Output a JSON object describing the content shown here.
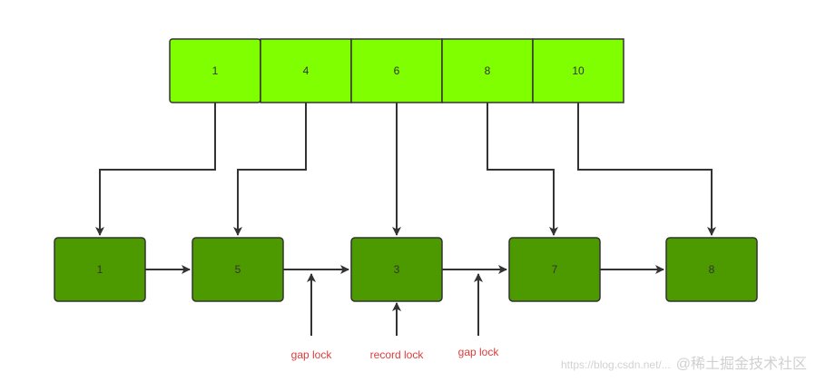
{
  "colors": {
    "index_fill": "#7fff00",
    "leaf_fill": "#4d9900",
    "border": "#333333",
    "arrow": "#333333",
    "lock_label": "#e03b3b"
  },
  "index_node": {
    "keys": [
      "1",
      "4",
      "6",
      "8",
      "10"
    ]
  },
  "leaf_nodes": [
    {
      "key": "1"
    },
    {
      "key": "5"
    },
    {
      "key": "3"
    },
    {
      "key": "7"
    },
    {
      "key": "8"
    }
  ],
  "locks": [
    {
      "label": "gap lock",
      "target": "gap between 5 and 3"
    },
    {
      "label": "record lock",
      "target": "record 3"
    },
    {
      "label": "gap lock",
      "target": "gap between 3 and 7"
    }
  ],
  "watermark": {
    "url": "https://blog.csdn.net/...",
    "brand": "@稀土掘金技术社区"
  }
}
